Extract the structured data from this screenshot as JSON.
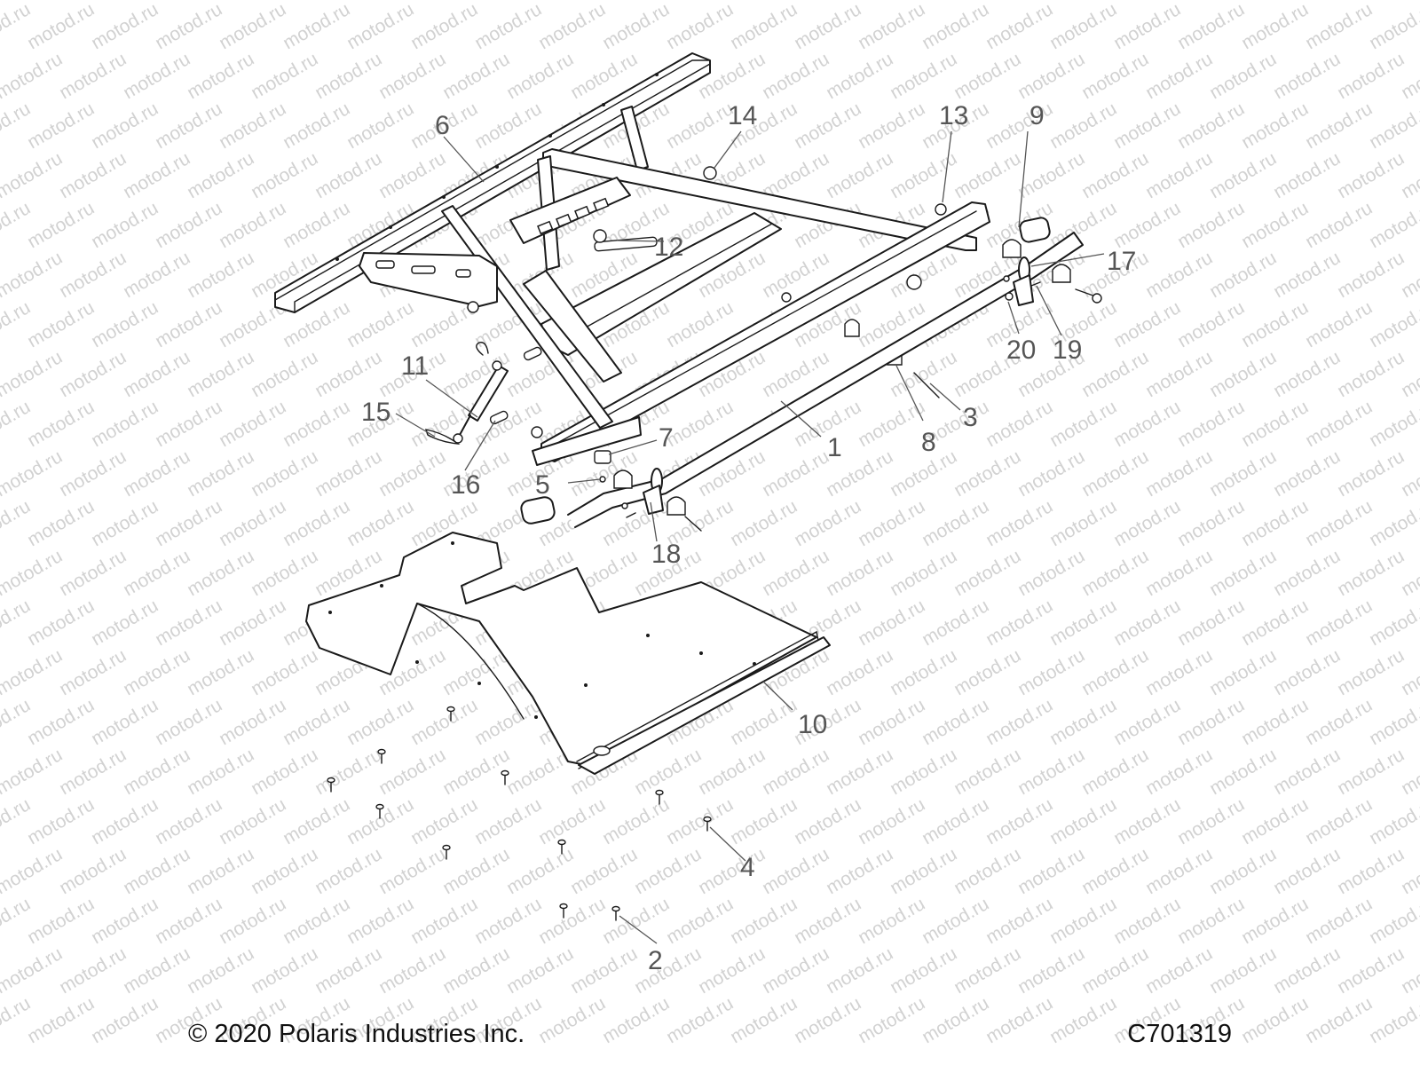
{
  "watermark": "motod.ru",
  "callouts": [
    "1",
    "2",
    "3",
    "4",
    "5",
    "6",
    "7",
    "8",
    "9",
    "10",
    "11",
    "12",
    "13",
    "14",
    "15",
    "16",
    "17",
    "18",
    "19",
    "20"
  ],
  "footer": {
    "copyright": "© 2020 Polaris Industries Inc.",
    "figure_code": "C701319"
  }
}
